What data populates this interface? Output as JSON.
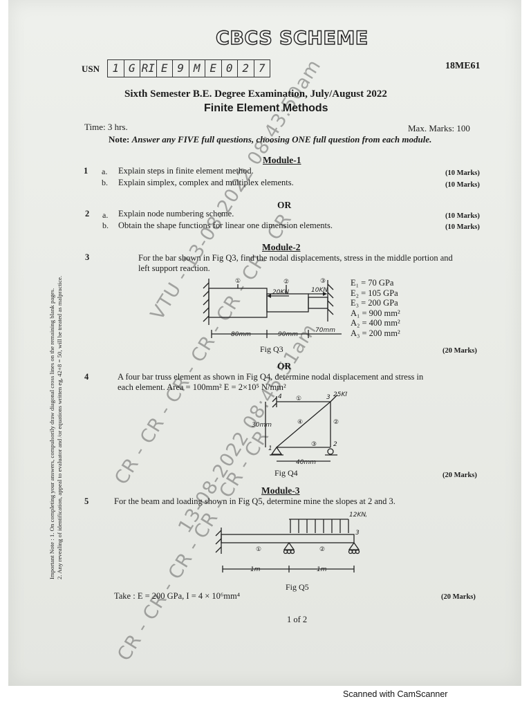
{
  "header": {
    "scheme": "CBCS SCHEME",
    "usn_label": "USN",
    "usn_chars": [
      "1",
      "G",
      "RI",
      "E",
      "9",
      "M",
      "E",
      "0",
      "2",
      "7"
    ],
    "subject_code": "18ME61",
    "exam_title": "Sixth Semester B.E. Degree Examination, July/August 2022",
    "subject": "Finite Element Methods",
    "time": "Time: 3 hrs.",
    "max_marks": "Max. Marks: 100",
    "note_label": "Note:",
    "note_text": "Answer any FIVE full questions, choosing ONE full question from each module."
  },
  "side_note": {
    "line1": "Important Note : 1. On completing your answers, compulsorily draw diagonal cross lines on the remaining blank pages.",
    "line2": "2. Any revealing of identification, appeal to evaluator and /or equations written eg, 42+8 = 50, will be treated as malpractice."
  },
  "modules": {
    "m1": "Module-1",
    "m2": "Module-2",
    "m3": "Module-3",
    "or": "OR"
  },
  "q1": {
    "num": "1",
    "a_label": "a.",
    "a_text": "Explain steps in finite element method.",
    "a_marks": "(10 Marks)",
    "b_label": "b.",
    "b_text": "Explain simplex, complex and multiplex elements.",
    "b_marks": "(10 Marks)"
  },
  "q2": {
    "num": "2",
    "a_label": "a.",
    "a_text": "Explain node numbering scheme.",
    "a_marks": "(10 Marks)",
    "b_label": "b.",
    "b_text": "Obtain the shape functions for linear one dimension elements.",
    "b_marks": "(10 Marks)"
  },
  "q3": {
    "num": "3",
    "line1": "For the bar shown in Fig Q3, find the nodal displacements, stress in the middle portion and",
    "line2": "left support reaction.",
    "fig": "Fig Q3",
    "marks": "(20 Marks)",
    "props": [
      "E₁ = 70 GPa",
      "E₂ = 105 GPa",
      "E₃ = 200 GPa",
      "A₁ = 900 mm²",
      "A₂ = 400 mm²",
      "A₃ = 200 mm²"
    ],
    "hand": {
      "n1": "①",
      "n2": "②",
      "n3": "③",
      "load1": "20KN",
      "load2": "10KN",
      "d1": "80mm",
      "d2": "90mm",
      "d3": "70mm"
    }
  },
  "q4": {
    "num": "4",
    "line1": "A four bar truss element as shown in Fig Q4, determine nodal displacement and stress in",
    "line2": "each element. Area = 100mm² E = 2×10⁵ N/mm²",
    "fig": "Fig Q4",
    "marks": "(20 Marks)",
    "hand": {
      "load": "25KN",
      "height": "30mm",
      "width": "40mm",
      "node4": "4",
      "node3": "3",
      "node2": "2",
      "node1": "1",
      "e1": "①",
      "e2": "②",
      "e3": "③",
      "e4": "④"
    }
  },
  "q5": {
    "num": "5",
    "line1": "For the beam and loading shown in Fig Q5, determine mine the slopes at 2 and 3.",
    "fig": "Fig Q5",
    "take": "Take : E = 200 GPa, I = 4 × 10⁶mm⁴",
    "marks": "(20 Marks)",
    "hand": {
      "udl": "12KN/m",
      "e1": "①",
      "e2": "②",
      "n3": "3",
      "span1": "1m",
      "span2": "1m"
    }
  },
  "page": "1 of 2",
  "watermarks": {
    "w1": "VTU - 13-08-2022 08:43:50am",
    "w2": "CR - CR - CR - CR - CR - CR - CR",
    "w3": "13-08-2022 08:45:51am",
    "w4": "CR - CR - CR - CR - CR - CR"
  },
  "footer": "Scanned with CamScanner"
}
